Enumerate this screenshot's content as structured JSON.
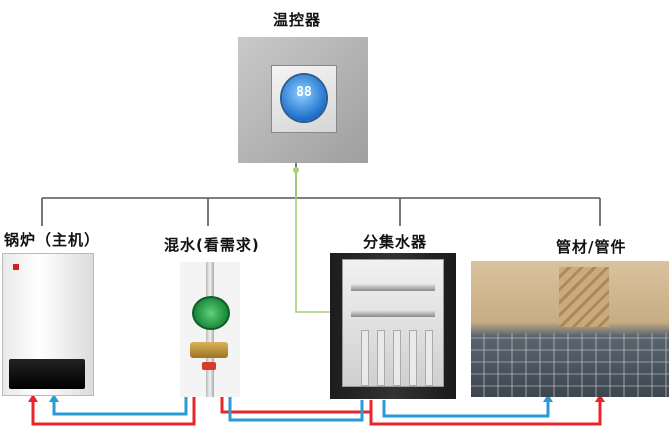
{
  "nodes": {
    "thermostat": {
      "label": "温控器",
      "display": "88"
    },
    "boiler": {
      "label": "锅炉（主机）"
    },
    "mixer": {
      "label": "混水(看需求)"
    },
    "manifold": {
      "label": "分集水器"
    },
    "pipes": {
      "label": "管材/管件"
    }
  },
  "colors": {
    "connector": "#555555",
    "control_wire": "#a9cf72",
    "hot_pipe": "#e8262a",
    "cold_pipe": "#2a9ad6"
  }
}
